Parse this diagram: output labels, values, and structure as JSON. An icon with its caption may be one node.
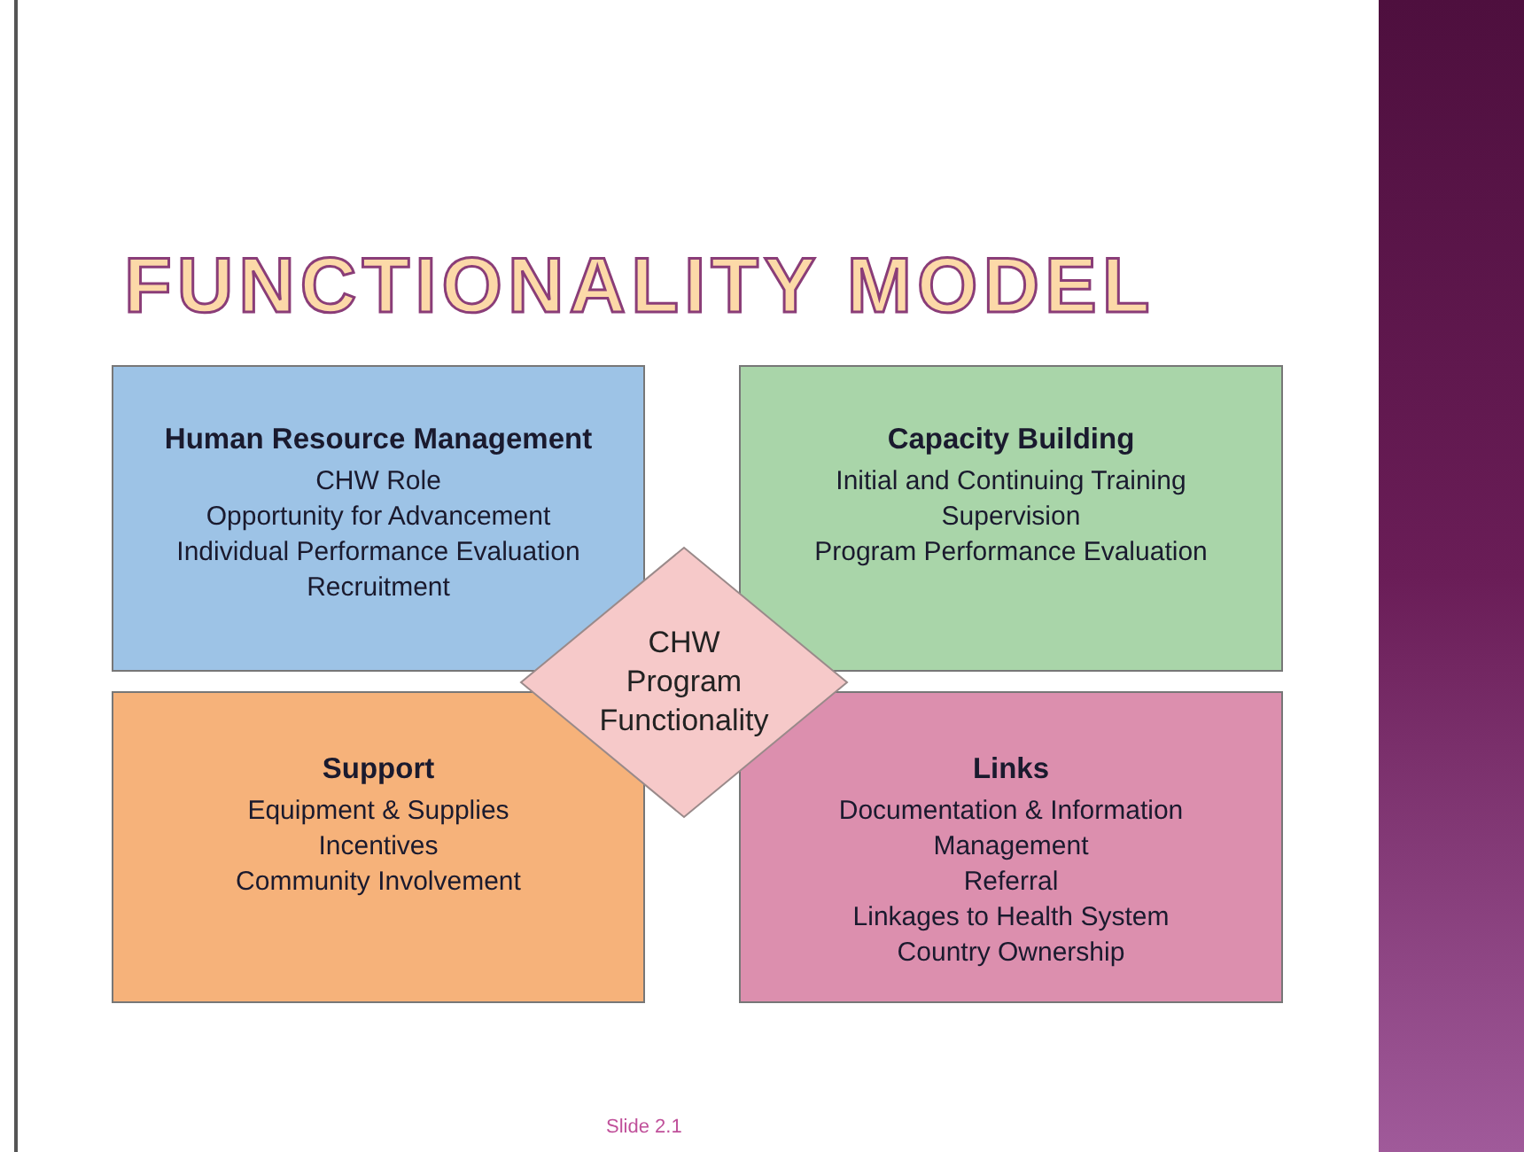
{
  "diagram": {
    "title": "FUNCTIONALITY MODEL",
    "nodes": [
      {
        "text": [
          "Human Resource Management",
          "CHW Role",
          "Opportunity for Advancement",
          "Individual Performance Evaluation",
          "Recruitment"
        ]
      },
      {
        "text": [
          "Capacity Building",
          "Initial and Continuing Training",
          "Supervision",
          "Program Performance Evaluation"
        ]
      },
      {
        "text": [
          "Support",
          "Equipment & Supplies",
          "Incentives",
          "Community Involvement"
        ]
      },
      {
        "text": [
          "Links",
          "Documentation & Information Management",
          "Referral",
          "Linkages to Health System",
          "Country Ownership"
        ]
      },
      {
        "text": [
          "CHW Program Functionality"
        ]
      }
    ],
    "labels": [
      "Slide 2.1"
    ]
  }
}
